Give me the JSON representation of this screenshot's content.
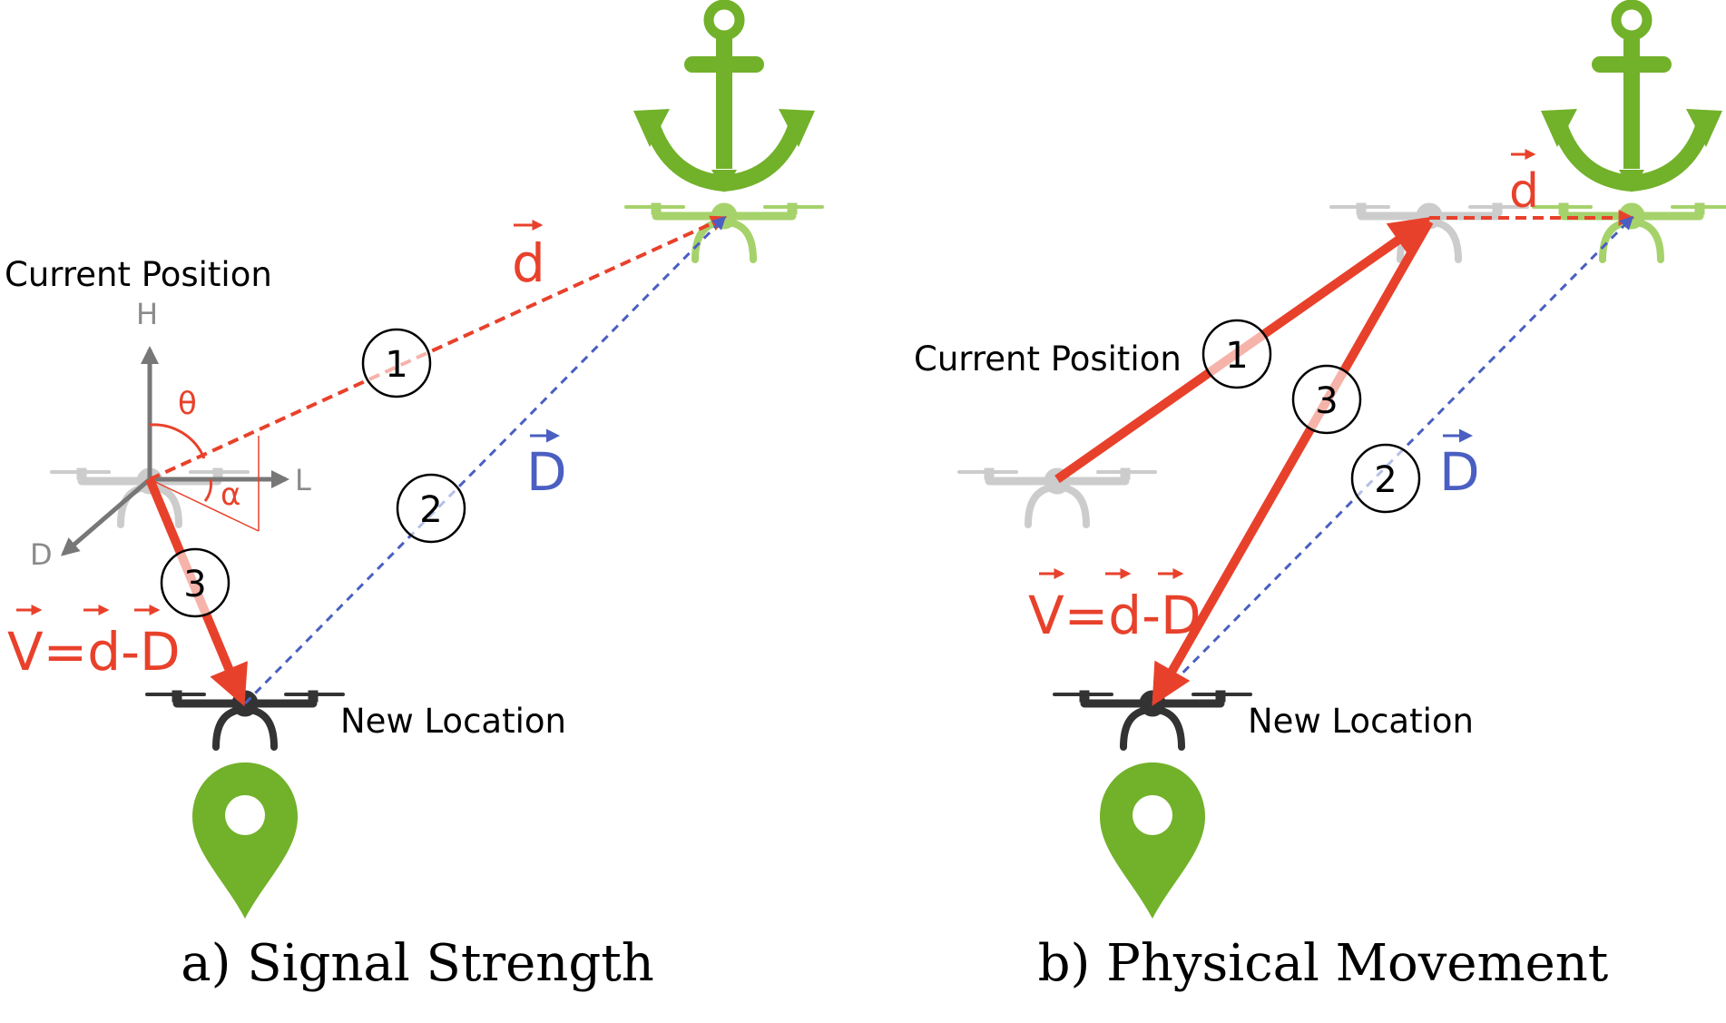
{
  "colors": {
    "red": "#e8412b",
    "blue": "#4a5fc1",
    "green": "#72b12a",
    "gray": "#8a8a8a",
    "lightgray": "#bdbdbd",
    "dark": "#333333",
    "black": "#000000"
  },
  "icons": [
    "anchor-icon",
    "drone-icon",
    "location-pin-icon"
  ],
  "panel_a": {
    "caption": "a) Signal Strength",
    "current_position": "Current Position",
    "new_location": "New Location",
    "vec_d": "d",
    "vec_D": "D",
    "formula": "V=d-D",
    "axis_h": "H",
    "axis_l": "L",
    "axis_d": "D",
    "angle_theta": "θ",
    "angle_alpha": "α",
    "step1": "1",
    "step2": "2",
    "step3": "3"
  },
  "panel_b": {
    "caption": "b) Physical Movement",
    "current_position": "Current Position",
    "new_location": "New Location",
    "vec_d": "d",
    "vec_D": "D",
    "formula": "V=d-D",
    "step1": "1",
    "step2": "2",
    "step3": "3"
  }
}
